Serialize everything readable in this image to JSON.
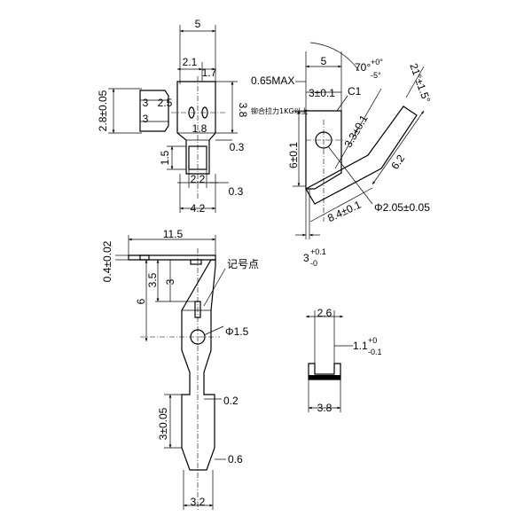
{
  "views": {
    "top_left": {
      "dim_width_total": "5",
      "dim_2_1": "2.1",
      "dim_1_7": "1.7",
      "dim_2_8": "2.8±0.05",
      "dim_2_5": "2.5",
      "dim_3_left": "3",
      "dim_3_3": "3",
      "dim_1_8": "1.8",
      "dim_3_8": "3.8",
      "dim_0_3_top": "0.3",
      "dim_1_5": "1.5",
      "dim_2_2": "2.2",
      "dim_0_3_bottom": "0.3",
      "dim_4_2": "4.2"
    },
    "top_right": {
      "dim_0_65max": "0.65MAX",
      "dim_5": "5",
      "dim_angle_70": "70°",
      "dim_angle_70_tol_upper": "+0°",
      "dim_angle_70_tol_lower": "-5°",
      "dim_3_pm_0_1": "3±0.1",
      "dim_c1": "C1",
      "note_pull_force": "铆合拉力1KG以上",
      "dim_angle_21": "21°±1.5°",
      "dim_3_3_pm": "3.3±0.1",
      "dim_6_pm_0_1": "6±0.1",
      "dim_6_2": "6.2",
      "dim_8_4_pm": "8.4±0.1",
      "dim_phi_2_05": "Φ2.05±0.05",
      "dim_3_tol": "3",
      "dim_3_tol_upper": "+0.1",
      "dim_3_tol_lower": "-0"
    },
    "bottom_left": {
      "dim_11_5": "11.5",
      "dim_0_4": "0.4±0.02",
      "dim_3_5": "3.5",
      "dim_3": "3",
      "note_mark": "记号点",
      "dim_6": "6",
      "dim_phi_1_5": "Φ1.5",
      "dim_0_2": "0.2",
      "dim_3_pm_0_05": "3±0.05",
      "dim_0_6": "0.6",
      "dim_3_2": "3.2"
    },
    "bottom_right": {
      "dim_2_6": "2.6",
      "dim_1_1": "1.1",
      "dim_1_1_tol_upper": "+0",
      "dim_1_1_tol_lower": "-0.1",
      "dim_3_8": "3.8"
    }
  }
}
